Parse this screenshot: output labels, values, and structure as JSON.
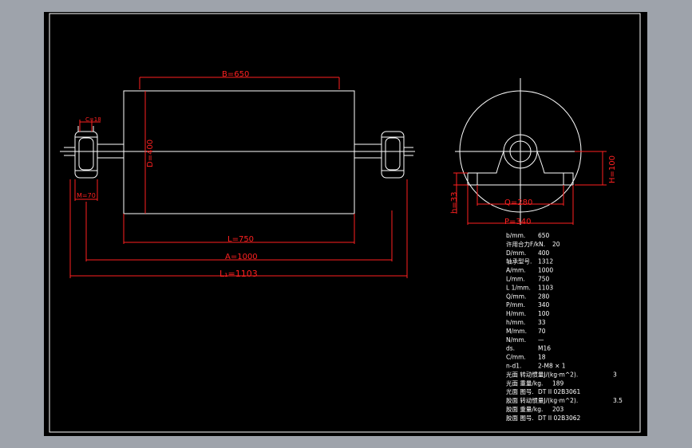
{
  "colors": {
    "background": "#000000",
    "surround": "#9ea3ab",
    "line": "#ffffff",
    "dimension": "#ff2020"
  },
  "dimensions": {
    "b": "B=650",
    "c": "C=18",
    "d": "D=400",
    "m": "M=70",
    "l": "L=750",
    "a": "A=1000",
    "l1": "L₁=1103",
    "h": "H=100",
    "h33": "h=33",
    "q": "Q=280",
    "p": "P=340"
  },
  "spec_table": [
    {
      "label": "b/mm.",
      "value": "650"
    },
    {
      "label": "许用合力F/kN.",
      "value": "20"
    },
    {
      "label": "D/mm.",
      "value": "400"
    },
    {
      "label": "轴承型号.",
      "value": "1312"
    },
    {
      "label": "A/mm.",
      "value": "1000"
    },
    {
      "label": "L/mm.",
      "value": "750"
    },
    {
      "label": "L 1/mm.",
      "value": "1103"
    },
    {
      "label": "Q/mm.",
      "value": "280"
    },
    {
      "label": "P/mm.",
      "value": "340"
    },
    {
      "label": "H/mm.",
      "value": "100"
    },
    {
      "label": "h/mm.",
      "value": "33"
    },
    {
      "label": "M/mm.",
      "value": "70"
    },
    {
      "label": "N/mm.",
      "value": "—"
    },
    {
      "label": "ds.",
      "value": "M16"
    },
    {
      "label": "C/mm.",
      "value": "18"
    },
    {
      "label": "n-d1.",
      "value": "2-M8 × 1"
    },
    {
      "label": "光面 转动惯量J/(kg·m^2).",
      "value": "3"
    },
    {
      "label": "光面 重量/kg.",
      "value": "189"
    },
    {
      "label": "光面 图号.",
      "value": "DT II 02B3061"
    },
    {
      "label": "胶面 转动惯量J/(kg·m^2).",
      "value": "3.5"
    },
    {
      "label": "胶面 重量/kg.",
      "value": "203"
    },
    {
      "label": "胶面 图号.",
      "value": "DT II 02B3062"
    }
  ]
}
